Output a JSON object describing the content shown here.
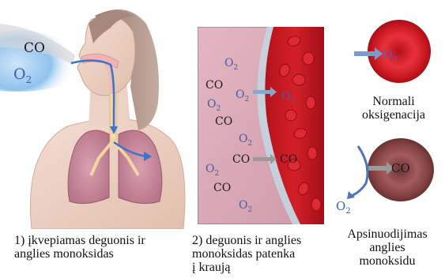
{
  "colors": {
    "o2_blue": "#3f5fa9",
    "co_black": "#1a1a1a",
    "blood_red": "#c8141c",
    "tissue_pink": "#d9a6b4",
    "cell_normal": "#d11a22",
    "cell_poisoned": "#8b4848",
    "air_glow": "#7fb8ea"
  },
  "panel1": {
    "co_label": "CO",
    "o2_label": "O",
    "o2_sub": "2",
    "caption_line1": "1) įkvepiamas deguonis ir",
    "caption_line2": "anglies monoksidas"
  },
  "panel2": {
    "o2_text": "O",
    "o2_sub": "2",
    "co_text": "CO",
    "caption_line1": "2) deguonis ir anglies",
    "caption_line2": "monoksidas patenka",
    "caption_line3": "į kraują"
  },
  "panel3": {
    "normal_o2": "O",
    "normal_sub": "2",
    "normal_label_line1": "Normali",
    "normal_label_line2": "oksigenacija",
    "poison_co": "CO",
    "poison_o2": "O",
    "poison_sub": "2",
    "poison_label_line1": "Apsinuodijimas",
    "poison_label_line2": "anglies",
    "poison_label_line3": "monoksidu"
  }
}
